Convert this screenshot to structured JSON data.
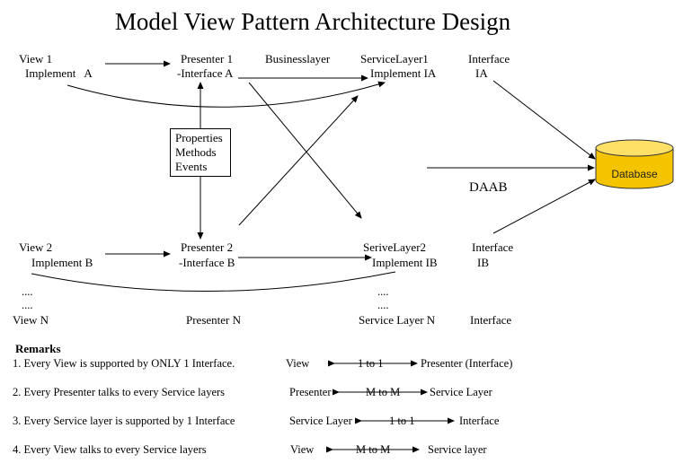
{
  "title": "Model View Pattern Architecture Design",
  "row1": {
    "view_name": "View 1",
    "view_impl": "Implement   A",
    "presenter_name": "Presenter 1",
    "presenter_iface": "-Interface A",
    "businesslayer": "Businesslayer",
    "service_name": "ServiceLayer1",
    "service_impl": "Implement IA",
    "iface_name": "Interface",
    "iface_code": "IA"
  },
  "pme": [
    "Properties",
    "Methods",
    "Events"
  ],
  "daab": "DAAB",
  "database": "Database",
  "row2": {
    "view_name": "View 2",
    "view_impl": "Implement B",
    "presenter_name": "Presenter 2",
    "presenter_iface": "-Interface B",
    "service_name": "SeriveLayer2",
    "service_impl": "Implement IB",
    "iface_name": "Interface",
    "iface_code": "IB"
  },
  "dots": "....",
  "rowN": {
    "view": "View N",
    "presenter": "Presenter N",
    "service": "Service Layer N",
    "iface": "Interface"
  },
  "remarks": {
    "heading": "Remarks",
    "items": [
      {
        "text": "1. Every View is supported by ONLY 1 Interface.",
        "left": "View",
        "rel": "1 to 1",
        "right": "Presenter (Interface)"
      },
      {
        "text": "2. Every Presenter talks to every Service layers",
        "left": "Presenter",
        "rel": "M to M",
        "right": "Service Layer"
      },
      {
        "text": "3. Every Service layer is supported by 1 Interface",
        "left": "Service Layer",
        "rel": "1 to 1",
        "right": "Interface"
      },
      {
        "text": "4. Every View talks to every Service layers",
        "left": "View",
        "rel": "M to M",
        "right": "Service layer"
      }
    ]
  },
  "colors": {
    "database_fill": "#f5c400",
    "database_top": "#ffe066",
    "line": "#000000"
  }
}
